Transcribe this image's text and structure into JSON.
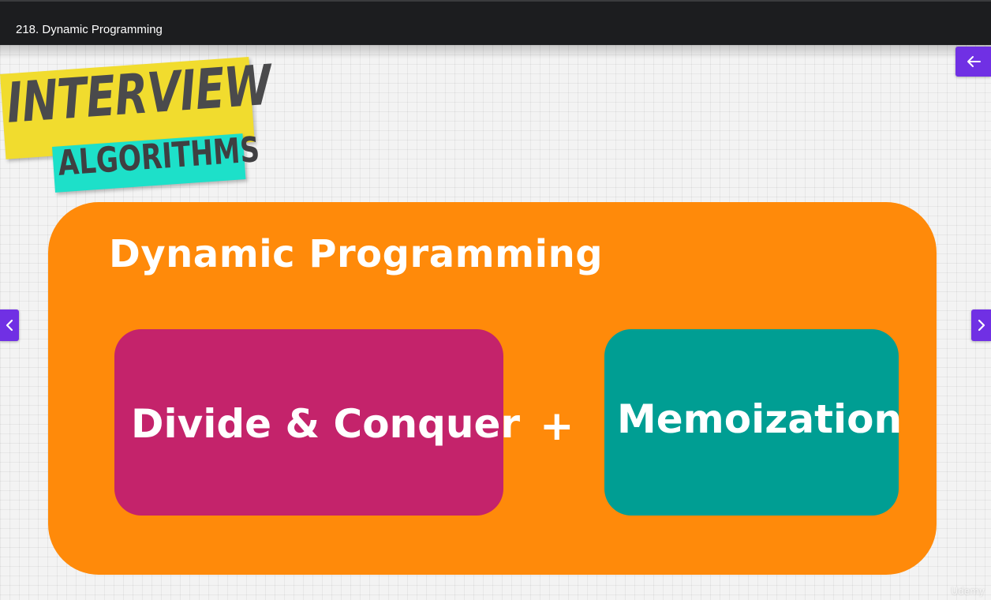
{
  "header": {
    "lecture_title": "218. Dynamic Programming"
  },
  "logo": {
    "line1": "INTERVIEW",
    "line2": "ALGORITHMS",
    "colors": {
      "yellow": "#f1dc2e",
      "teal": "#1de0c9"
    }
  },
  "slide": {
    "title": "Dynamic Programming",
    "left_box": "Divide & Conquer",
    "operator": "+",
    "right_box": "Memoization",
    "colors": {
      "panel": "#ff8a0a",
      "left_box": "#c4236b",
      "right_box": "#009e93"
    }
  },
  "controls": {
    "back_icon": "arrow-left-icon",
    "prev_icon": "chevron-left-icon",
    "next_icon": "chevron-right-icon",
    "accent": "#7030e4"
  },
  "watermark": "Udemy"
}
